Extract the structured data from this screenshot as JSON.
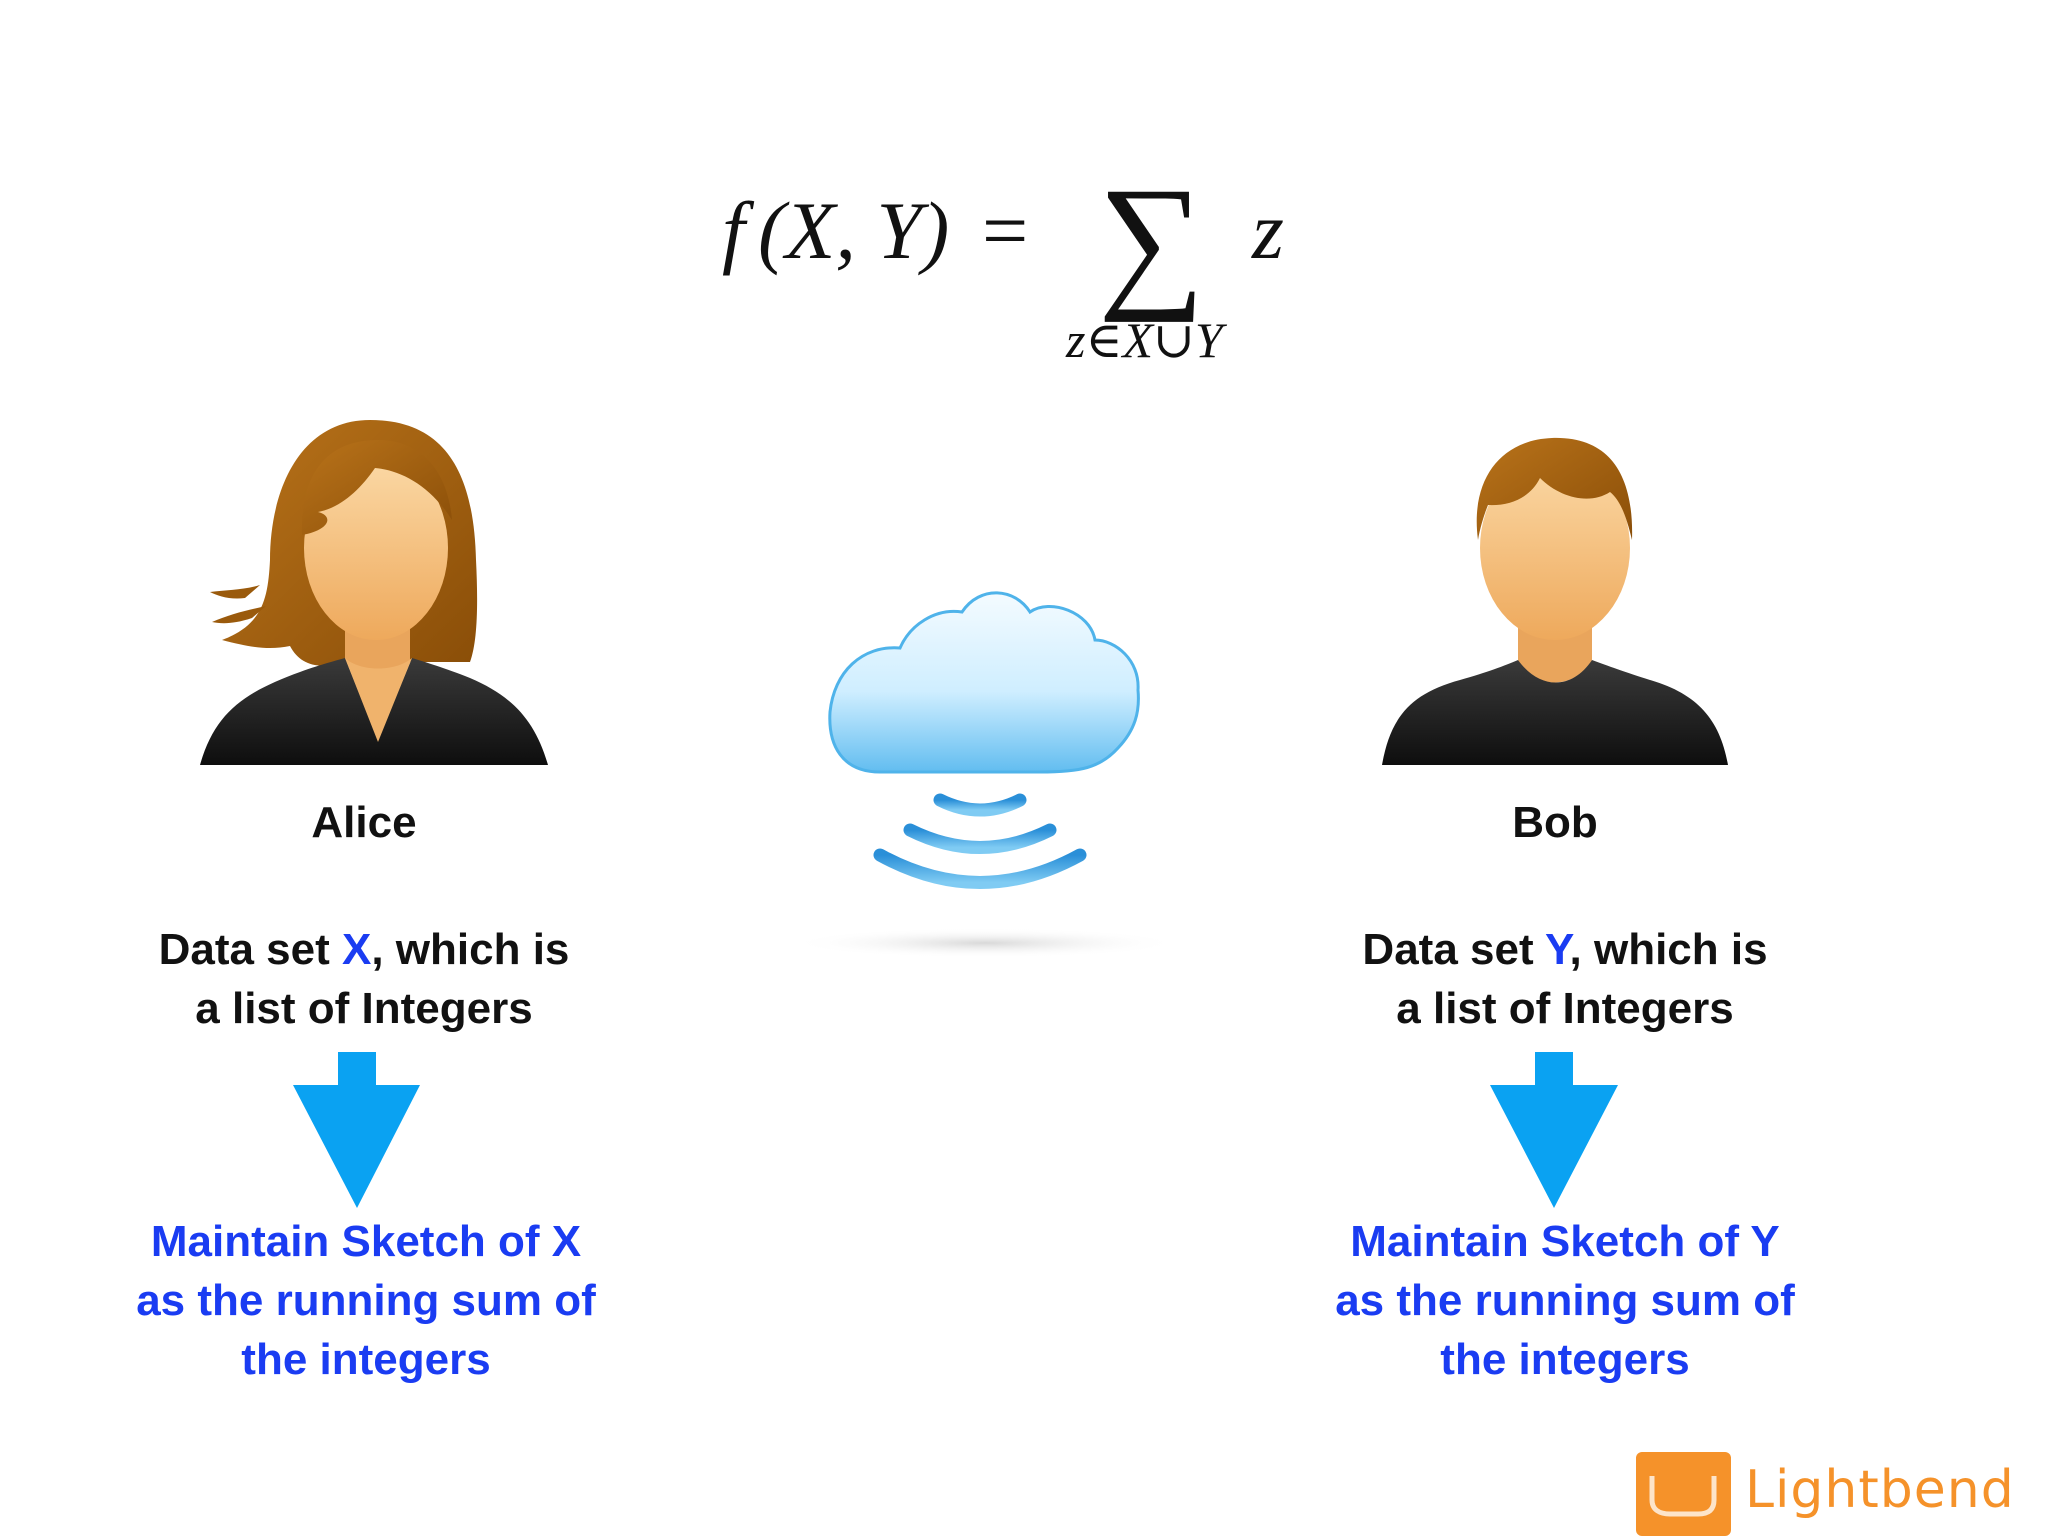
{
  "formula": {
    "lhs_f": "f",
    "lhs_args": "(X, Y)",
    "equals": "=",
    "sigma": "∑",
    "summand": "z",
    "subscript": "z∈X∪Y"
  },
  "alice": {
    "name": "Alice",
    "data_prefix": "Data set ",
    "data_var": "X",
    "data_suffix": ", which is",
    "data_line2": "a list of Integers",
    "sketch_line1": "Maintain Sketch of X",
    "sketch_line2": "as the running sum of",
    "sketch_line3": "the integers"
  },
  "bob": {
    "name": "Bob",
    "data_prefix": "Data set ",
    "data_var": "Y",
    "data_suffix": ", which is",
    "data_line2": "a list of Integers",
    "sketch_line1": "Maintain Sketch of Y",
    "sketch_line2": "as the running sum of",
    "sketch_line3": "the integers"
  },
  "brand": {
    "name": "Lightbend"
  },
  "colors": {
    "accent_blue": "#1a3cf2",
    "arrow_blue": "#0aa2f2",
    "brand_orange": "#f5922a",
    "hair_brown": "#a8620e",
    "skin": "#f3bd78",
    "shirt_dark": "#1e1e1e",
    "cloud_blue": "#6fc3ee"
  }
}
